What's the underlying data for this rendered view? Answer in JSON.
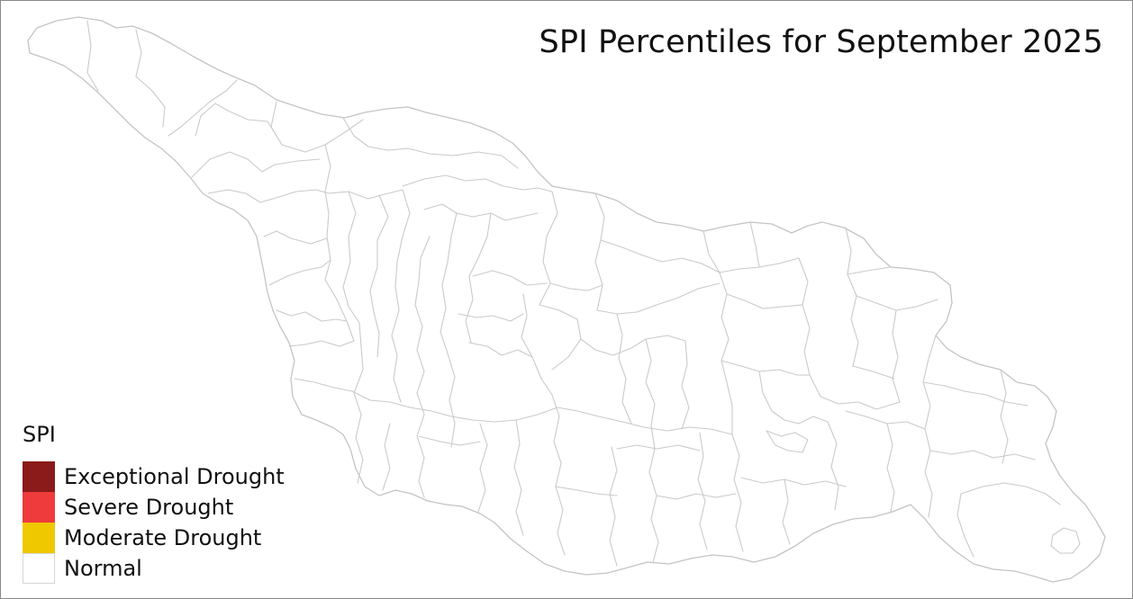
{
  "map": {
    "title": "SPI Percentiles for September 2025",
    "fill_color": "#ffffff",
    "boundary_color": "#c8c8c8",
    "legend": {
      "title": "SPI",
      "items": [
        {
          "label": "Exceptional Drought",
          "color": "#8b1a1a"
        },
        {
          "label": "Severe Drought",
          "color": "#ef3b3b"
        },
        {
          "label": "Moderate Drought",
          "color": "#f0c800"
        },
        {
          "label": "Normal",
          "color": "#ffffff"
        }
      ]
    }
  }
}
